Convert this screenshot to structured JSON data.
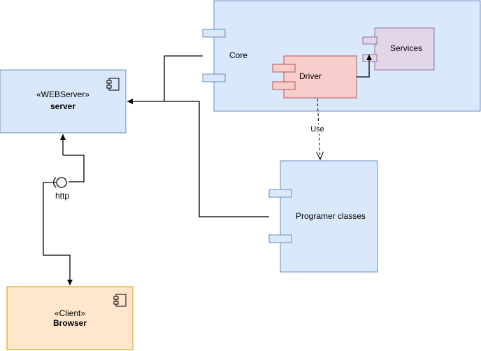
{
  "colors": {
    "blue_fill": "#dae8fc",
    "blue_stroke": "#6c8ebf",
    "red_fill": "#f8cecc",
    "red_stroke": "#b85450",
    "purple_fill": "#e1d5e7",
    "purple_stroke": "#9673a6",
    "orange_fill": "#ffe6cc",
    "orange_stroke": "#d79b00",
    "line": "#000000"
  },
  "server": {
    "stereotype": "«WEBServer»",
    "name": "server",
    "icon": "component-icon"
  },
  "browser": {
    "stereotype": "«Client»",
    "name": "Browser",
    "icon": "component-icon"
  },
  "core": {
    "label": "Core"
  },
  "driver": {
    "label": "Driver"
  },
  "services": {
    "label": "Services"
  },
  "programer_classes": {
    "label": "Programer classes"
  },
  "interface": {
    "label": "http"
  },
  "dependency": {
    "label": "Use"
  }
}
